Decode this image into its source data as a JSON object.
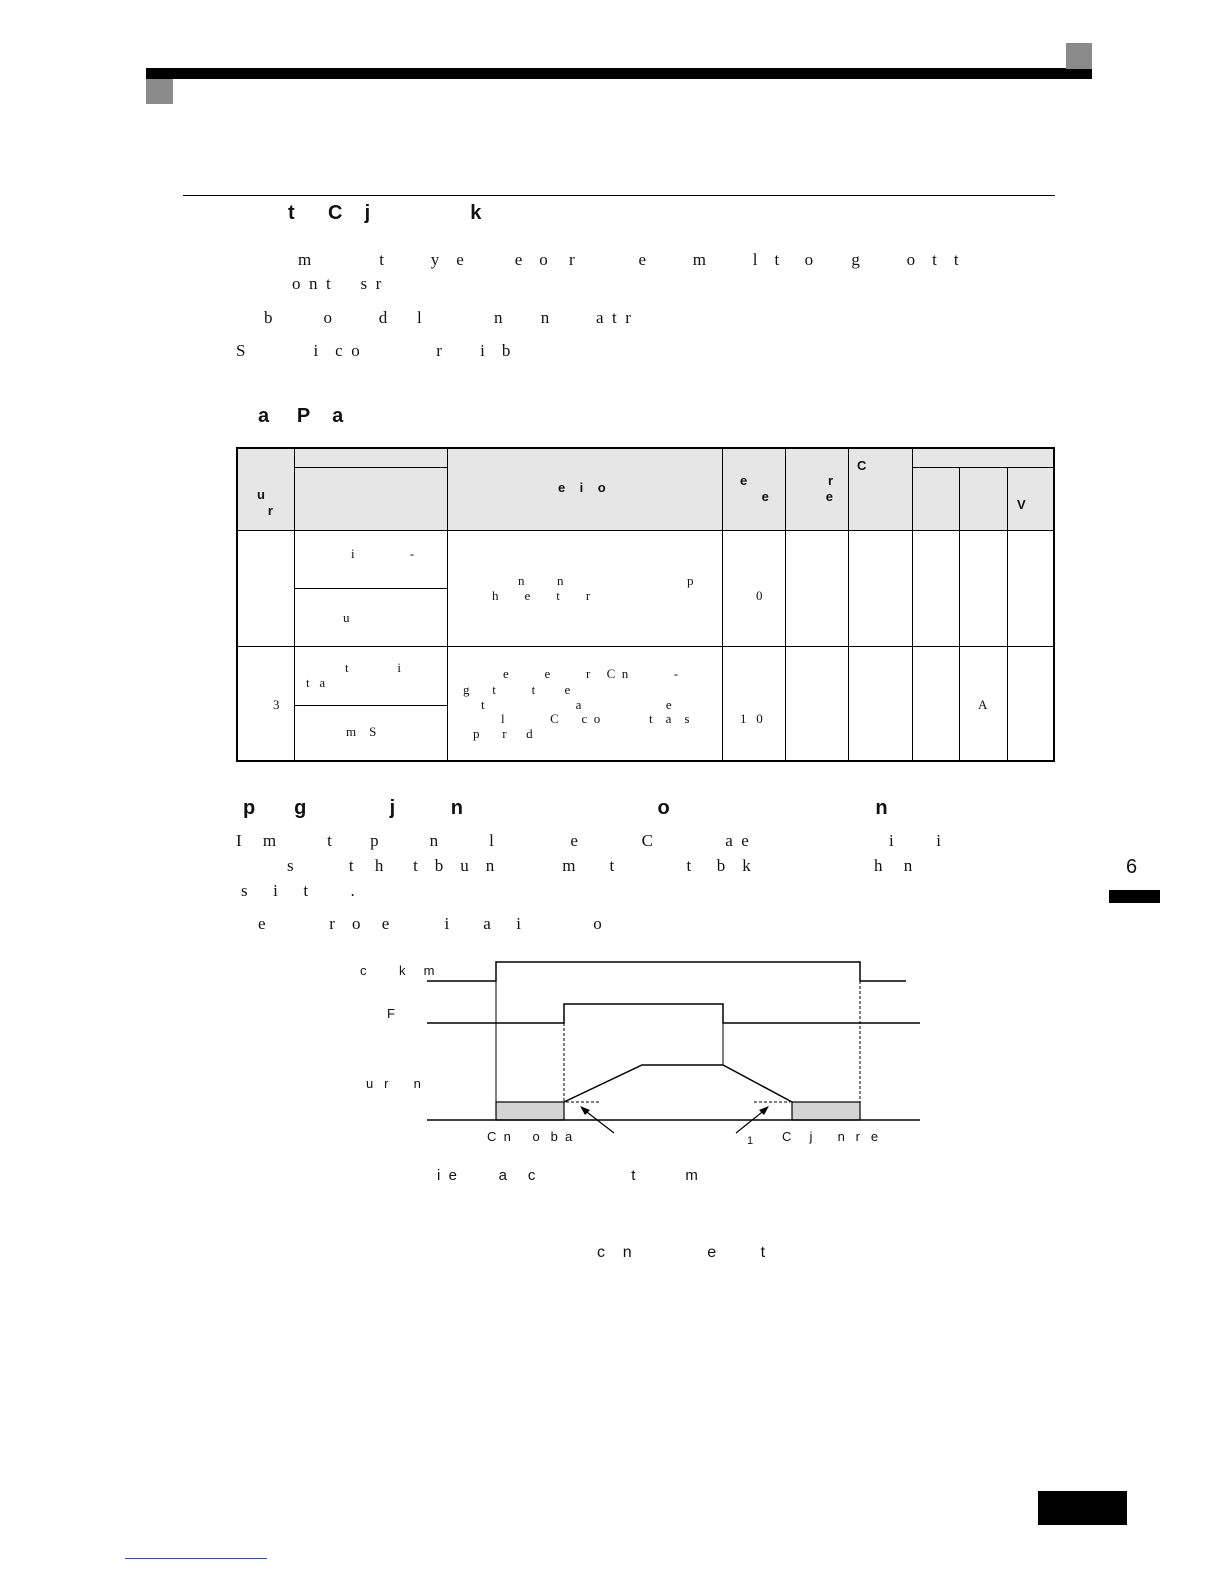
{
  "header": {
    "section_heading": "t      C    j                  k",
    "table_heading": "a     P    a",
    "subsection_heading": "p       g               j          n                                   o                                     n"
  },
  "intro": {
    "line1": "m                t           y    e            e    o     r               e           m           l    t      o         g           o    t    t",
    "line2": "o  n  t       s  r",
    "line3": "b            o           d       l                 n         n           a  t  r",
    "line4": "S                i    c  o                  r         i    b"
  },
  "table": {
    "headers": {
      "col1": "u\n   r",
      "col3": "e    i    o",
      "col4": "e\n      e",
      "col5": "r\ne",
      "col6": "C",
      "col9": "V"
    },
    "row1": {
      "name_top": "i                 -",
      "name_bottom": "u",
      "desc_line1": "n          n                                      p",
      "desc_line2": "h        e        t        r",
      "default": "0"
    },
    "row2": {
      "param": "3",
      "name_top": "t               i",
      "name_top2": "t   a",
      "name_bottom": "m    S",
      "desc_line1": "e           e           r     C  n              -",
      "desc_line2": "g       t           t         e",
      "desc_line3": "t                            a                          e",
      "desc_line4": "l              C       c  o               t    a    s",
      "desc_line5": "p       r      d",
      "default": "1   0",
      "col8": "A"
    }
  },
  "after_table": {
    "line1": "I     m            t         p            n            l                  e               C                 a  e                                 i          i",
    "line2": "s             t     h       t    b    u    n                m        t                 t      b    k                             h     n",
    "line3": "s      i      t          .",
    "line4": "e               r    o     e             i        a      i                 o"
  },
  "diagram": {
    "label_top": "c         k     m",
    "label_mid": "F",
    "label_low": "u   r       n",
    "label_left_arrow": "C  n      o   b  a",
    "label_right_num": "1",
    "label_right_arrow": "C     j       n   r   e",
    "caption": "i  e          a     c                       t            m"
  },
  "footer_note": "c    n                 e          t",
  "side_tab_number": "6",
  "colors": {
    "text": "#111111",
    "table_header_bg": "#e6e6e6",
    "corner_square": "#8a8a8a",
    "footer_link": "#2b4bd6",
    "diagram_fill": "#d4d4d4"
  }
}
